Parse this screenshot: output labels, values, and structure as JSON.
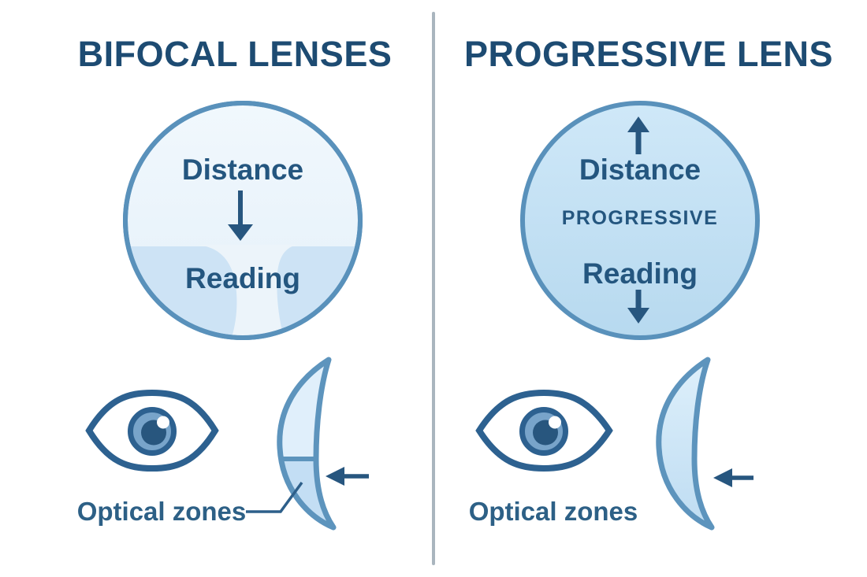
{
  "left_panel": {
    "title": "BIFOCAL LENSES",
    "lens_front_view": {
      "distance_label": "Distance",
      "reading_label": "Reading"
    },
    "optical_zones_label": "Optical zones"
  },
  "right_panel": {
    "title": "PROGRESSIVE LENS",
    "lens_front_view": {
      "distance_label": "Distance",
      "progressive_label": "PROGRESSIVE",
      "reading_label": "Reading"
    },
    "optical_zones_label": "Optical zones"
  },
  "icons": {
    "eye": "eye-icon",
    "lens_side_view": "lens-cross-section-icon",
    "down_arrow": "down-arrow-icon",
    "up_arrow": "up-arrow-icon",
    "lens_pointer": "left-pointer-arrow-icon"
  },
  "colors": {
    "title_text": "#1d4b72",
    "circle_text": "#24567f",
    "label_text": "#2d6086",
    "circle_border": "#5991bb",
    "bifocal_circle_fill": "#eef6fc",
    "reading_zone_fill": "#cde3f5",
    "progressive_circle_fill_top": "#cfe8f8",
    "progressive_circle_fill_bottom": "#b7d9ef",
    "eye_outline": "#2d6190",
    "iris_fill": "#78a4ca",
    "pupil_fill": "#28567e",
    "lens_upper_fill": "#def0fb",
    "lens_lower_fill": "#bedcf2",
    "arrow_color": "#27567f",
    "divider_color": "#a9b5be"
  }
}
